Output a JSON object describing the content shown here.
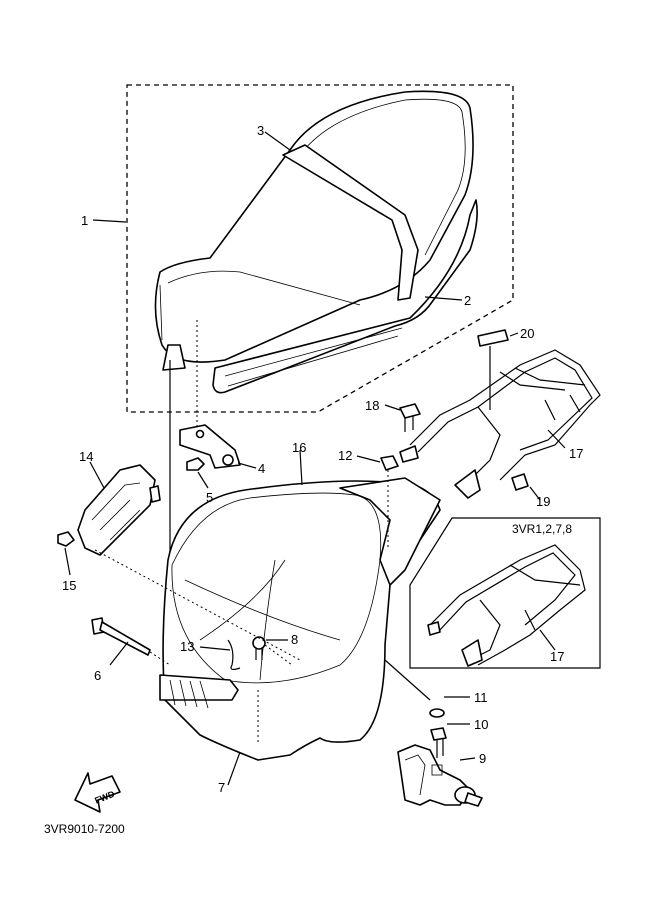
{
  "callouts": {
    "c1": "1",
    "c2": "2",
    "c3": "3",
    "c4": "4",
    "c5": "5",
    "c6": "6",
    "c7": "7",
    "c8": "8",
    "c9": "9",
    "c10": "10",
    "c11": "11",
    "c12": "12",
    "c13": "13",
    "c14": "14",
    "c15": "15",
    "c16": "16",
    "c17": "17",
    "c17b": "17",
    "c18": "18",
    "c19": "19",
    "c20": "20"
  },
  "variant_label": "3VR1,2,7,8",
  "fwd_label": "FWD",
  "drawing_code": "3VR9010-7200"
}
